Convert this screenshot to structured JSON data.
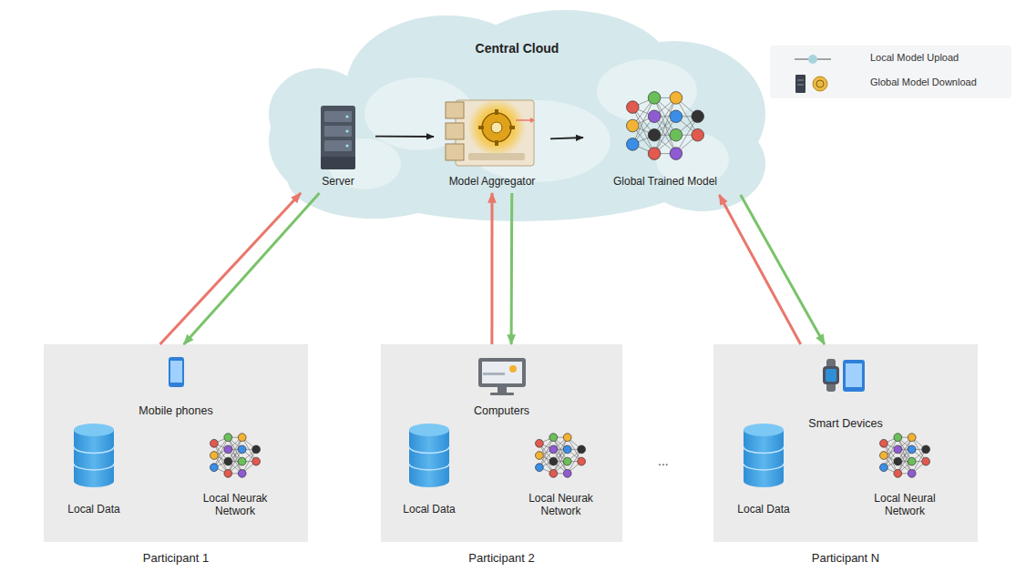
{
  "diagram": {
    "nodes": [
      {
        "text": [
          "Central Cloud"
        ]
      },
      {
        "text": [
          "Server"
        ],
        "in": 0
      },
      {
        "text": [
          "Model Aggregator"
        ],
        "in": 0
      },
      {
        "text": [
          "Global Trained Model"
        ],
        "in": 0
      },
      {
        "text": [
          "Mobile phones",
          "Participant 1"
        ]
      },
      {
        "text": [
          "Local Data"
        ],
        "in": 4
      },
      {
        "text": [
          "Local Neurak Network"
        ],
        "in": 4
      },
      {
        "text": [
          "Computers",
          "Participant 2"
        ]
      },
      {
        "text": [
          "Local Data"
        ],
        "in": 7
      },
      {
        "text": [
          "Local Neurak Network"
        ],
        "in": 7
      },
      {
        "text": [
          "Smart Devices",
          "Participant N"
        ]
      },
      {
        "text": [
          "Local Data"
        ],
        "in": 10
      },
      {
        "text": [
          "Local Neural Network"
        ],
        "in": 10
      }
    ],
    "edges": [
      {
        "from": 1,
        "to": 2,
        "arrow": "to"
      },
      {
        "from": 2,
        "to": 3,
        "arrow": "to"
      },
      {
        "from": 4,
        "to": 1,
        "arrow": "to"
      },
      {
        "from": 1,
        "to": 4,
        "arrow": "to"
      },
      {
        "from": 7,
        "to": 2,
        "arrow": "to"
      },
      {
        "from": 2,
        "to": 7,
        "arrow": "to"
      },
      {
        "from": 10,
        "to": 3,
        "arrow": "to"
      },
      {
        "from": 3,
        "to": 10,
        "arrow": "to"
      }
    ],
    "labels": [
      "..."
    ],
    "legend": [
      {
        "text": "Local Model Upload"
      },
      {
        "text": "Global Model Download"
      }
    ]
  }
}
